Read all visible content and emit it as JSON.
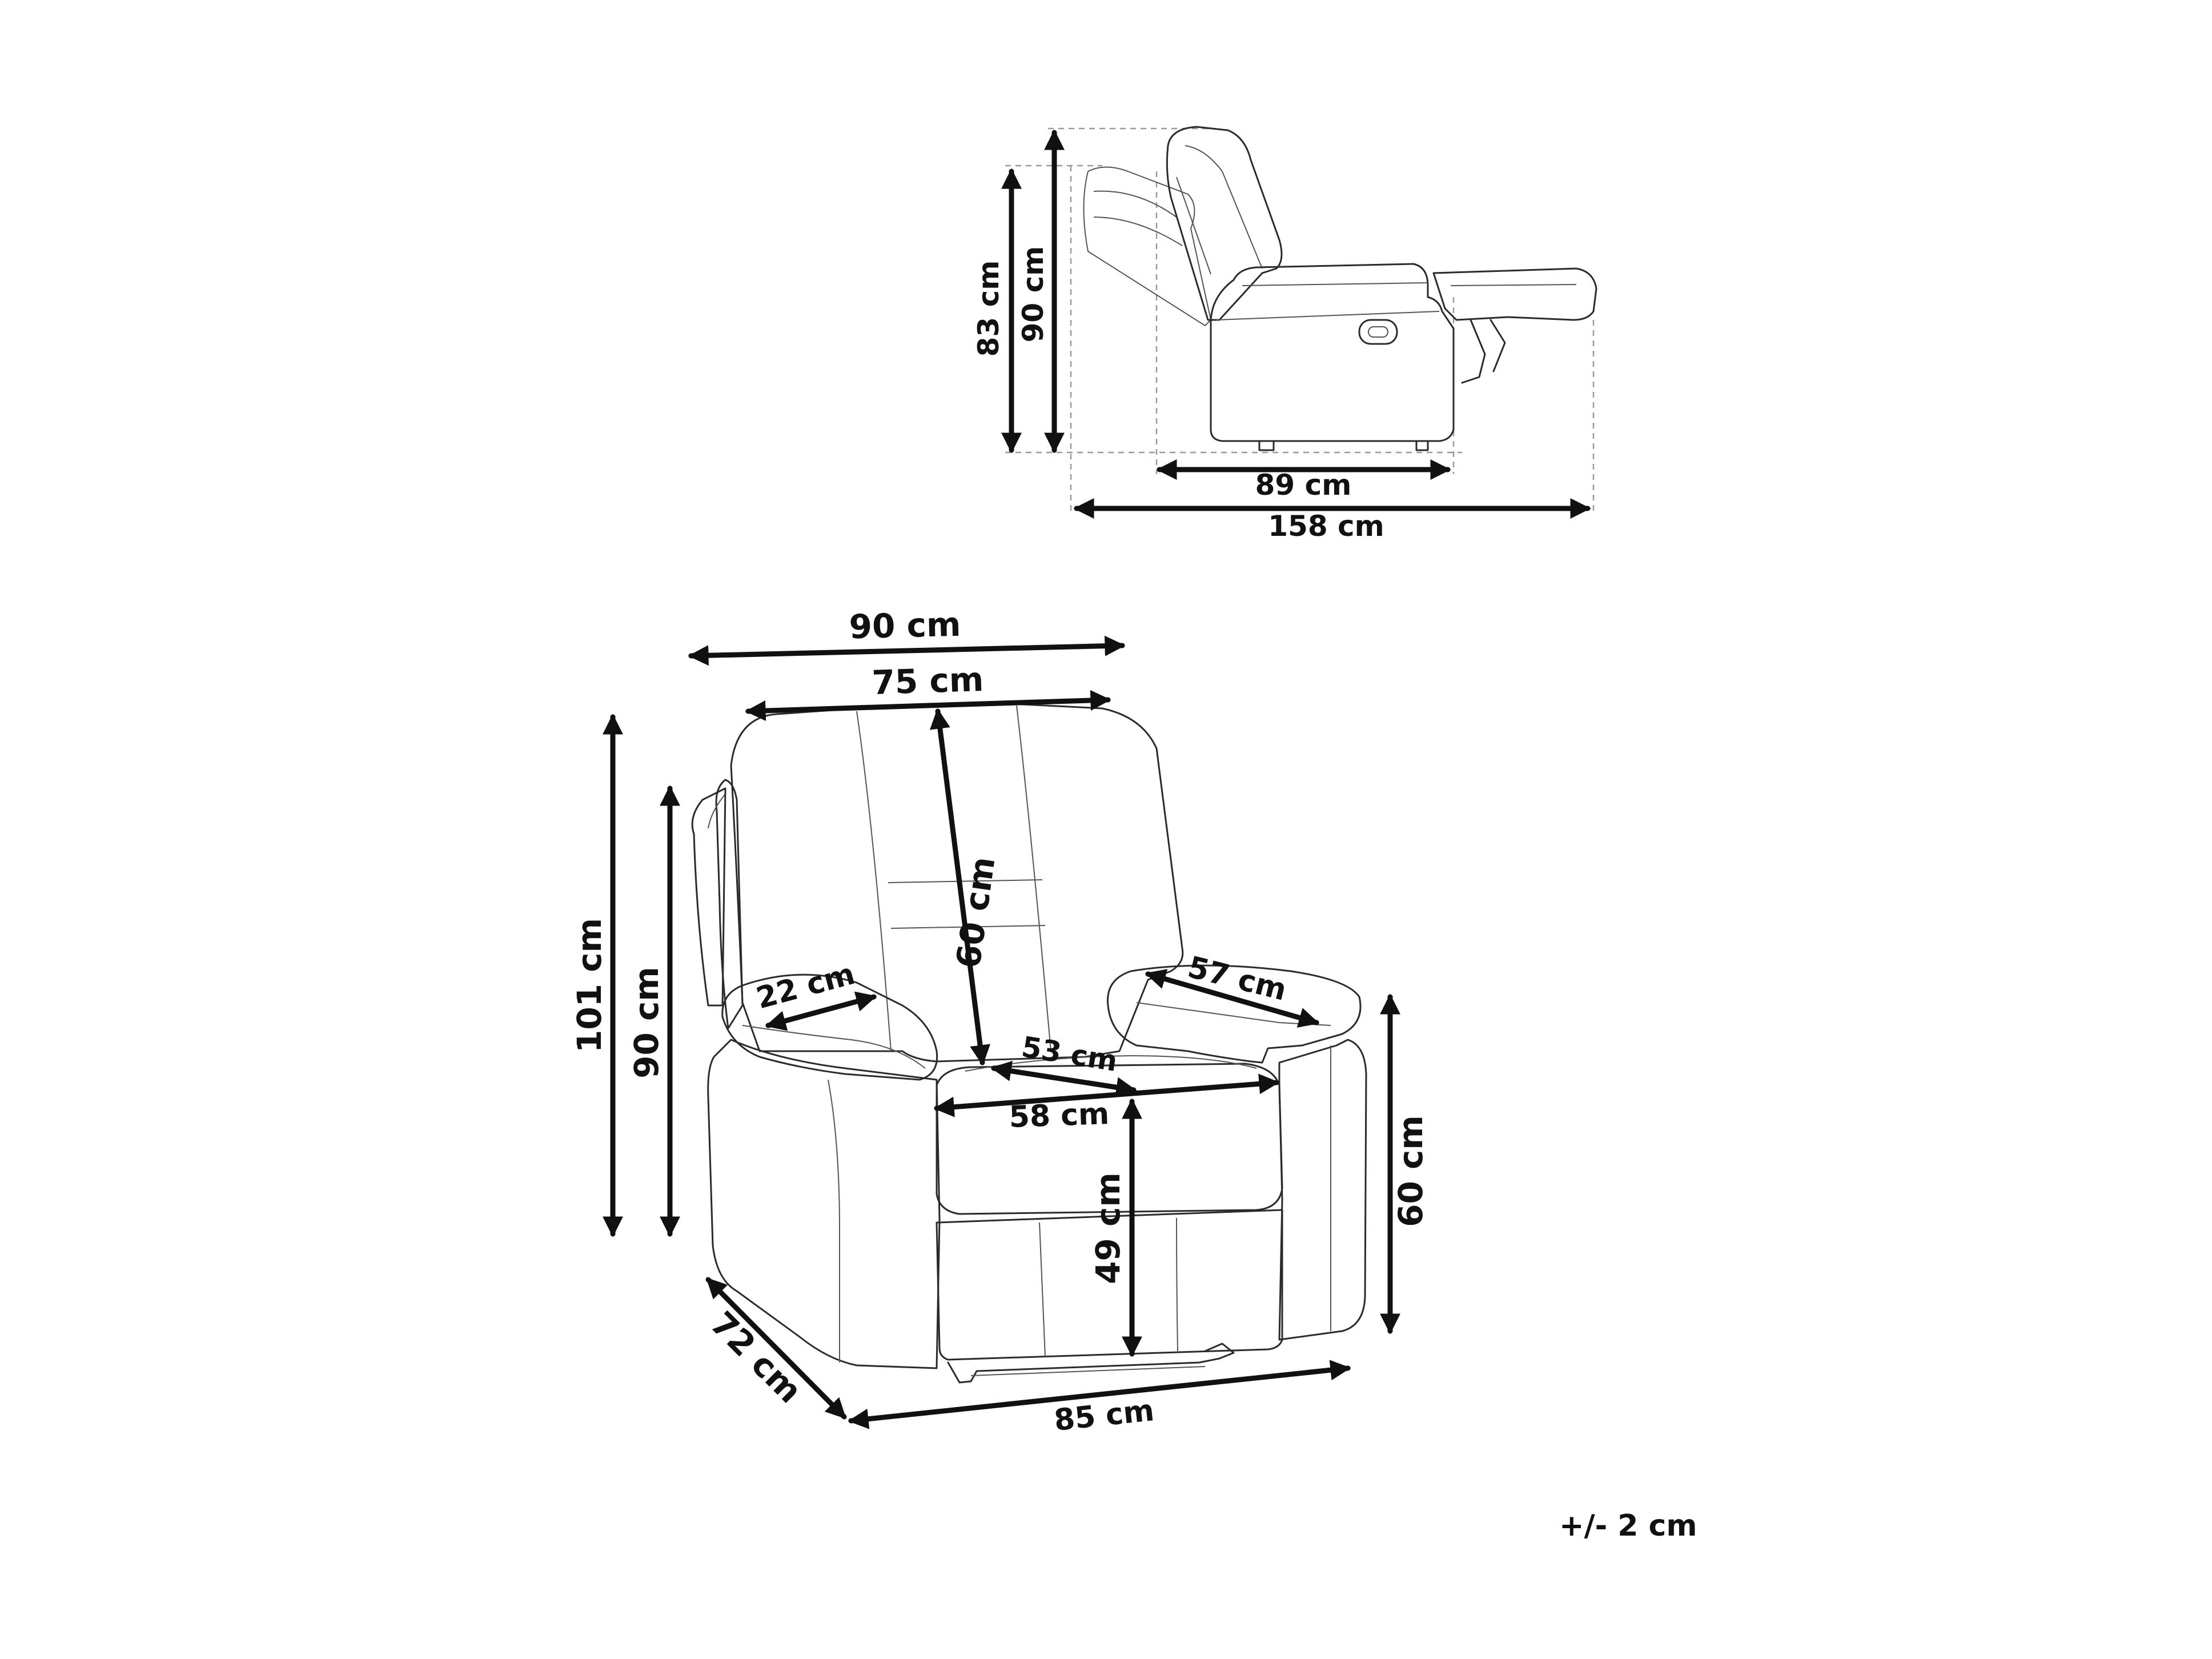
{
  "side_view": {
    "dimensions": {
      "height_backrest": "83 cm",
      "height_total": "90 cm",
      "depth": "89 cm",
      "depth_reclined": "158 cm"
    }
  },
  "front_view": {
    "dimensions": {
      "width_top": "90 cm",
      "width_back": "75 cm",
      "height_total": "101 cm",
      "height_back": "90 cm",
      "backrest_height": "60 cm",
      "armrest_width": "22 cm",
      "armrest_length": "57 cm",
      "seat_depth": "53 cm",
      "seat_width": "58 cm",
      "seat_height": "49 cm",
      "arm_height": "60 cm",
      "depth": "72 cm",
      "width_bottom": "85 cm"
    }
  },
  "tolerance_note": "+/- 2 cm",
  "colors": {
    "line": "#2b2b2b",
    "arrow": "#111111",
    "guide": "#9a9a9a",
    "background": "#ffffff"
  }
}
